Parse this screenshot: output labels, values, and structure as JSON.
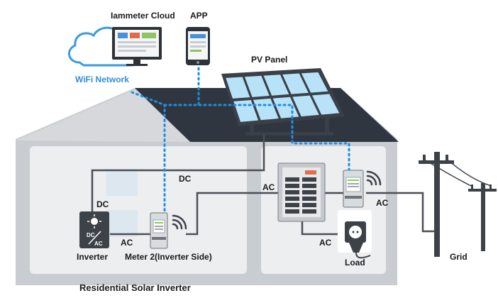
{
  "labels": {
    "cloud": "Iammeter Cloud",
    "app": "APP",
    "wifi": "WiFi Network",
    "pv_panel": "PV Panel",
    "dc_top": "DC",
    "dc_left": "DC",
    "ac_inverter": "AC",
    "ac_panel_left": "AC",
    "ac_grid": "AC",
    "ac_load": "AC",
    "inverter": "Inverter",
    "meter2": "Meter 2(Inverter Side)",
    "load": "Load",
    "grid": "Grid",
    "caption": "Residential Solar Inverter",
    "inverter_face_top": "DC",
    "inverter_face_bottom": "AC"
  },
  "colors": {
    "roof": "#2f3640",
    "house_wall": "#c9ccd0",
    "room": "#eceef0",
    "wire": "#4a4f56",
    "wifi_link": "#1f8fe0",
    "pv_cell": "#b8e2f8",
    "pv_frame": "#3b4048",
    "accent_blue": "#2f8fd8"
  },
  "icons": {
    "cloud": "cloud-icon",
    "monitor": "monitor-icon",
    "phone": "phone-icon",
    "pv_panel": "solar-panel-icon",
    "inverter": "inverter-icon",
    "meter": "meter-icon",
    "breaker": "breaker-panel-icon",
    "socket": "socket-icon",
    "plug": "plug-icon",
    "pole": "power-pole-icon",
    "wifi": "wifi-signal-icon"
  }
}
